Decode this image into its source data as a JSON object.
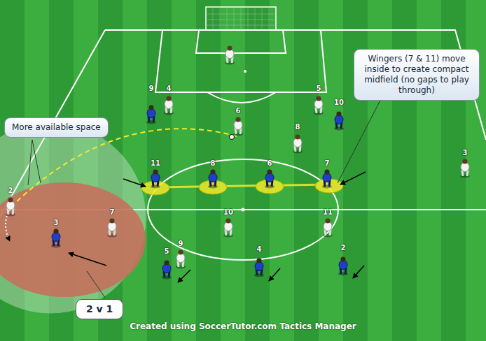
{
  "diagram": {
    "nodes": [
      {
        "text": [
          "More available space"
        ]
      },
      {
        "text": [
          "Wingers (7 & 11) move inside to create compact midfield (no gaps to play through)"
        ]
      },
      {
        "text": [
          "2 v 1"
        ]
      }
    ],
    "labels": [
      "9",
      "4",
      "5",
      "10",
      "6",
      "8",
      "11",
      "8",
      "6",
      "7",
      "3",
      "2",
      "10",
      "11",
      "3",
      "7",
      "9",
      "5",
      "4",
      "2",
      "Created using SoccerTutor.com Tactics Manager"
    ]
  }
}
